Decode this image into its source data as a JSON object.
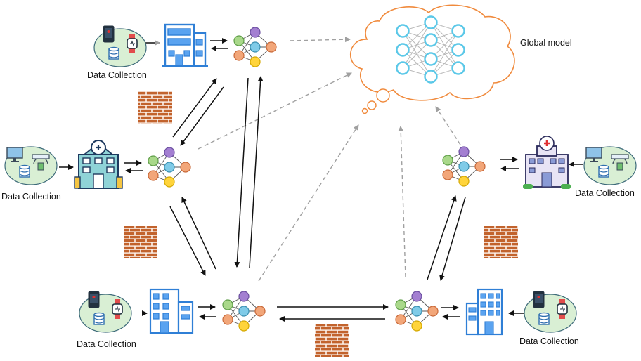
{
  "global_model_label": "Global model",
  "data_collection_label": "Data Collection",
  "colors": {
    "cloud_stroke": "#f08a3c",
    "global_node": "#5bc8e8",
    "purple_node": "#a37fd1",
    "green_node": "#a9d88a",
    "blue_node": "#7fcbe8",
    "orange_node": "#f2a679",
    "yellow_node": "#ffd43b",
    "building_blue": "#2f7fd6",
    "firewall_brick": "#c2632d",
    "data_ellipse": "#d9efd4",
    "arrow_solid": "#111111",
    "arrow_dashed": "#a0a0a0"
  },
  "sites": [
    {
      "id": "top-left",
      "kind": "office-building",
      "devices": "phone-watch-db"
    },
    {
      "id": "middle-left",
      "kind": "hospital",
      "devices": "pc-scanner-db"
    },
    {
      "id": "bottom-left",
      "kind": "office-building",
      "devices": "phone-watch-db"
    },
    {
      "id": "bottom-right",
      "kind": "office-building",
      "devices": "phone-watch-db"
    },
    {
      "id": "middle-right",
      "kind": "hospital",
      "devices": "pc-scanner-db"
    }
  ]
}
